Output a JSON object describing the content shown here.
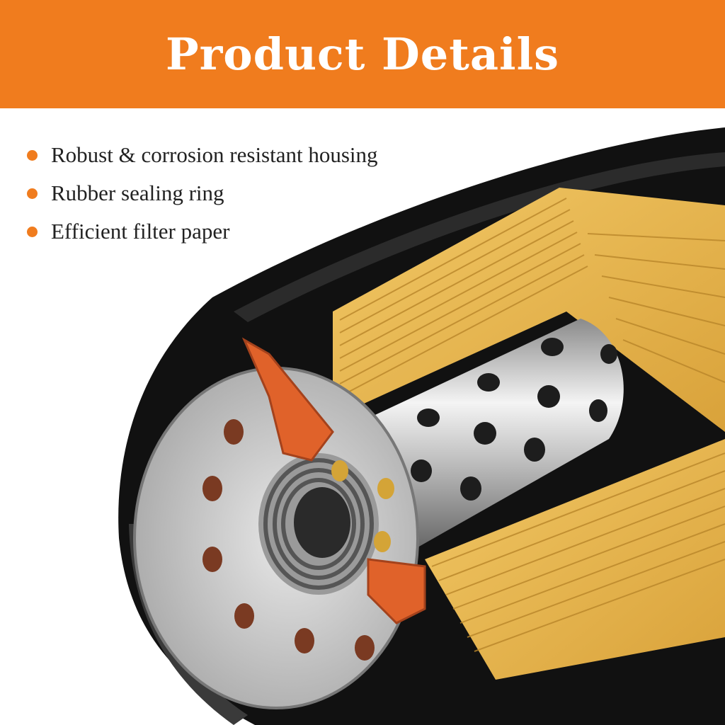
{
  "header": {
    "title": "Product Details"
  },
  "features": [
    {
      "label": "Robust & corrosion resistant housing"
    },
    {
      "label": "Rubber sealing ring"
    },
    {
      "label": "Efficient filter paper"
    }
  ],
  "colors": {
    "accent": "#f07c1e",
    "housing": "#111111",
    "filter_paper": "#e8b84c",
    "seal": "#e0622a",
    "steel": "#c9c9c9"
  }
}
